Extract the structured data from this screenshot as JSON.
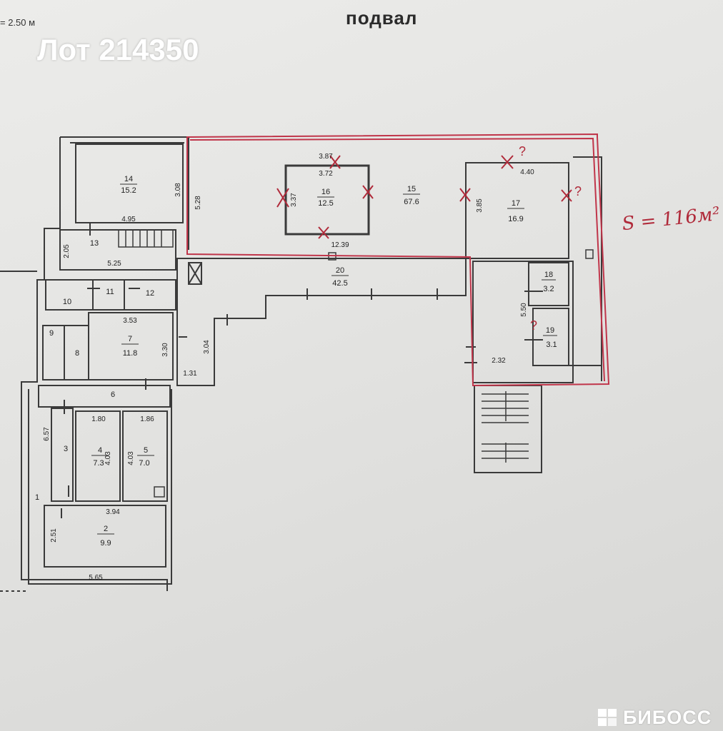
{
  "header": {
    "title": "подвал",
    "ceiling_height": "= 2.50 м",
    "lot": "Лот 214350"
  },
  "watermark": {
    "text": "БИБОСС"
  },
  "annotation": {
    "area": "S = 116м²"
  },
  "colors": {
    "paper": "#e6e6e4",
    "walls": "#3a3a3a",
    "red_outline": "#c0354a",
    "watermark": "#ffffff"
  },
  "rooms": [
    {
      "number": "14",
      "area": "15.2"
    },
    {
      "number": "16",
      "area": "12.5"
    },
    {
      "number": "15",
      "area": "67.6"
    },
    {
      "number": "17",
      "area": "16.9"
    },
    {
      "number": "13",
      "area": ""
    },
    {
      "number": "20",
      "area": "42.5"
    },
    {
      "number": "18",
      "area": "3.2"
    },
    {
      "number": "19",
      "area": "3.1"
    },
    {
      "number": "10",
      "area": ""
    },
    {
      "number": "11",
      "area": ""
    },
    {
      "number": "12",
      "area": ""
    },
    {
      "number": "7",
      "area": "11.8"
    },
    {
      "number": "9",
      "area": ""
    },
    {
      "number": "8",
      "area": ""
    },
    {
      "number": "6",
      "area": ""
    },
    {
      "number": "3",
      "area": ""
    },
    {
      "number": "4",
      "area": "7.3"
    },
    {
      "number": "5",
      "area": "7.0"
    },
    {
      "number": "1",
      "area": ""
    },
    {
      "number": "2",
      "area": "9.9"
    }
  ],
  "dimensions": [
    "3.87",
    "3.72",
    "3.37",
    "12.39",
    "4.40",
    "3.85",
    "3.08",
    "5.28",
    "4.95",
    "2.05",
    "5.25",
    "3.53",
    "3.30",
    "3.04",
    "1.31",
    "5.50",
    "2.32",
    "1.80",
    "1.86",
    "6.57",
    "4.03",
    "4.03",
    "3.94",
    "2.51",
    "5.65"
  ]
}
